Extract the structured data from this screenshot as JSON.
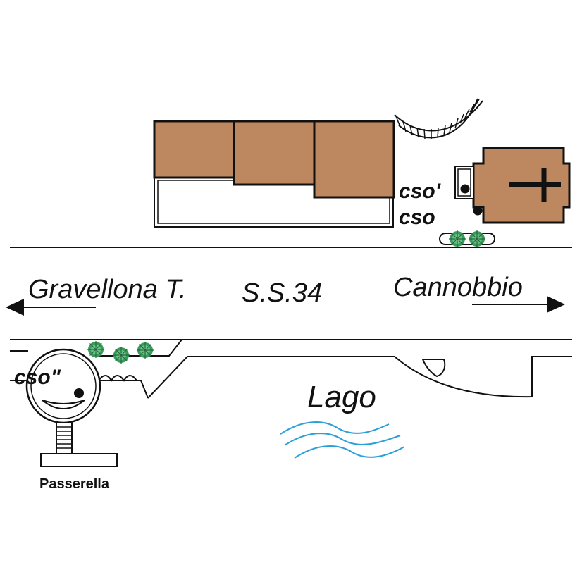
{
  "labels": {
    "west_direction": "Gravellona T.",
    "road_name": "S.S.34",
    "east_direction": "Cannobbio",
    "cso_building": "cso'",
    "cso_road": "cso",
    "cso_shore": "cso\"",
    "lake": "Lago",
    "footbridge": "Passerella"
  },
  "colors": {
    "building_fill": "#bd8760",
    "outline": "#111111",
    "water": "#2aa0d8",
    "shrub": "#3a9a5a",
    "shrub_light": "#9fd7b0",
    "background": "#ffffff"
  },
  "icons": {
    "church": "cross-icon",
    "direction_west": "arrow-left-icon",
    "direction_east": "arrow-right-icon",
    "water": "wave-icon",
    "vegetation": "shrub-icon",
    "sampling_point": "dot-icon"
  }
}
